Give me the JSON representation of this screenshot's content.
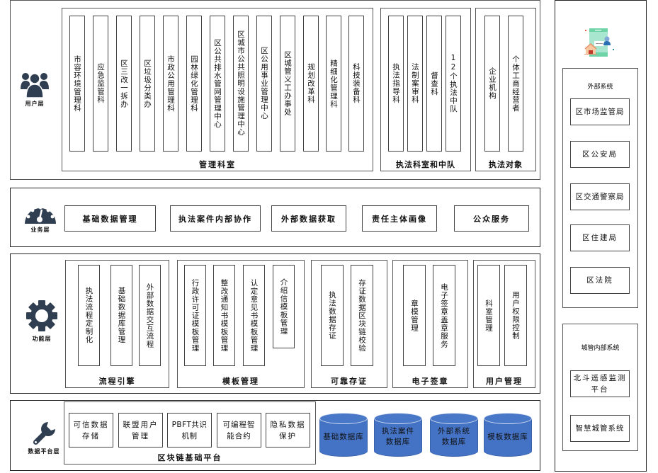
{
  "layers": {
    "user": {
      "label": "用户层",
      "icon": "users-icon",
      "groups": [
        {
          "title": "管理科室",
          "items": [
            "市容环境管理科",
            "应急监管科",
            "区三改一拆办",
            "区垃圾分类办",
            "市政公用管理科",
            "园林绿化管理科",
            "区公共排水管网管理中心",
            "区城市公共照明设施管理中心",
            "区公用事业管理中心",
            "区城管义工办事处",
            "规划改革科",
            "精细化管理科",
            "科技装备科"
          ]
        },
        {
          "title": "执法科室和中队",
          "items": [
            "执法指导科",
            "法制案审科",
            "督查科",
            "12个执法中队"
          ]
        },
        {
          "title": "执法对象",
          "items": [
            "企业机构",
            "个体工商经营者"
          ]
        }
      ]
    },
    "business": {
      "label": "业务层",
      "icon": "dashboard-gauge-icon",
      "items": [
        "基础数据管理",
        "执法案件内部协作",
        "外部数据获取",
        "责任主体画像",
        "公众服务"
      ]
    },
    "function": {
      "label": "功能层",
      "icon": "gear-icon",
      "groups": [
        {
          "title": "流程引擎",
          "items": [
            "执法流程定制化",
            "基础数据库管理",
            "外部数据交互流程"
          ]
        },
        {
          "title": "模板管理",
          "items": [
            "行政许可证模板管理",
            "整改通知书模板管理",
            "认定意见书模板管理",
            "介绍信模板管理"
          ]
        },
        {
          "title": "可靠存证",
          "items": [
            "执法数据存证",
            "存证数据区块链校验"
          ]
        },
        {
          "title": "电子签章",
          "items": [
            "章模管理",
            "电子签章盖章服务"
          ]
        },
        {
          "title": "用户管理",
          "items": [
            "科室管理",
            "用户权限控制"
          ]
        }
      ]
    },
    "data_platform": {
      "label": "数据平台层",
      "icon": "wrench-icon",
      "blockchain": {
        "title": "区块链基础平台",
        "items": [
          "可信数据存储",
          "联盟用户管理",
          "PBFT共识机制",
          "可编程智能合约",
          "隐私数据保护"
        ]
      },
      "databases": [
        "基础数据库",
        "执法案件数据库",
        "外部系统数据库",
        "模板数据库"
      ]
    }
  },
  "side_panel": {
    "icon": "mobile-service-illustration-icon",
    "external": {
      "title": "外部系统",
      "items": [
        "区市场监管局",
        "区公安局",
        "区交通警察局",
        "区住建局",
        "区法院"
      ]
    },
    "internal": {
      "title": "城管内部系统",
      "items": [
        "北斗遥感监测平台",
        "智慧城管系统"
      ]
    }
  },
  "colors": {
    "icon_dark": "#2f3e50",
    "db_blue": "#4472c4",
    "border": "#555555"
  }
}
